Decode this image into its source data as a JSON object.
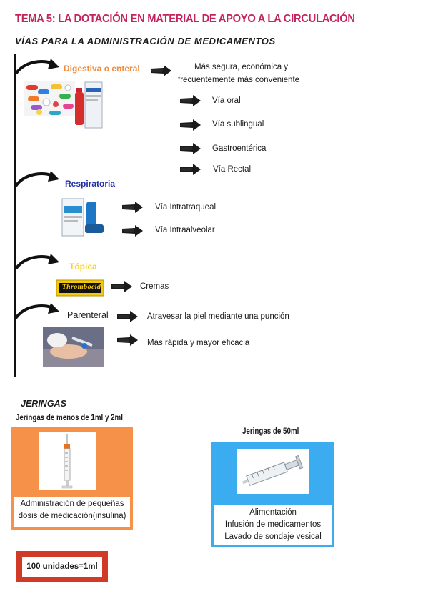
{
  "header": {
    "title": "TEMA 5: LA DOTACIÓN EN MATERIAL  DE APOYO A LA CIRCULACIÓN",
    "subtitle": "VÍAS PARA LA ADMINISTRACIÓN DE MEDICAMENTOS"
  },
  "routes": {
    "digestiva": {
      "label": "Digestiva o enteral",
      "color": "#f08a3c",
      "note_line1": "Más segura, económica y",
      "note_line2": "frecuentemente más conveniente",
      "items": [
        "Vía oral",
        "Vía sublingual",
        "Gastroentérica",
        "Vía Rectal"
      ]
    },
    "respiratoria": {
      "label": "Respiratoria",
      "color": "#1f2fa8",
      "items": [
        "Vía Intratraqueal",
        "Vía Intraalveolar"
      ]
    },
    "topica": {
      "label": "Tópica",
      "color": "#f7d32a",
      "items": [
        "Cremas"
      ],
      "tube_text": "Thrombocid"
    },
    "parenteral": {
      "label": "Parenteral",
      "color": "#111111",
      "items": [
        "Atravesar la piel mediante una punción",
        "Más rápida y mayor eficacia"
      ]
    }
  },
  "jeringas": {
    "heading": "JERINGAS",
    "small": {
      "label": "Jeringas de menos de 1ml y 2ml",
      "desc_line1": "Administración de pequeñas",
      "desc_line2": "dosis de medicación(insulina)",
      "color": "#f6914a"
    },
    "large": {
      "label": "Jeringas de 50ml",
      "uses": [
        "Alimentación",
        "Infusión de medicamentos",
        "Lavado de sondaje vesical"
      ],
      "color": "#3aacef"
    },
    "note": "100 unidades=1ml"
  }
}
